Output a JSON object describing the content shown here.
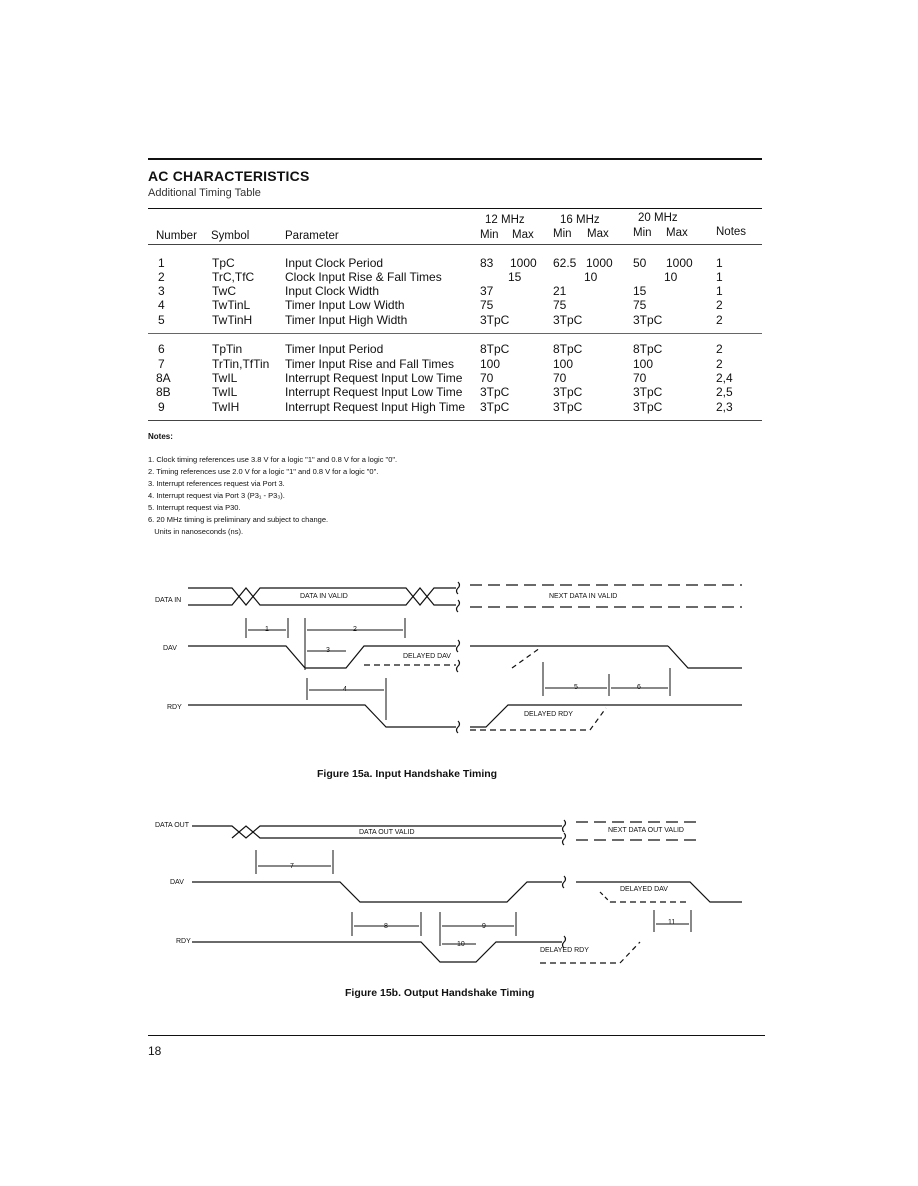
{
  "section_title": "AC CHARACTERISTICS",
  "subtitle": "Additional Timing Table",
  "table": {
    "header": {
      "number": "Number",
      "symbol": "Symbol",
      "parameter": "Parameter",
      "notes": "Notes",
      "speed_groups": [
        "12 MHz",
        "16 MHz",
        "20 MHz"
      ],
      "min": "Min",
      "max": "Max"
    },
    "group1": [
      {
        "num": "1",
        "sym": "TpC",
        "param": "Input Clock Period",
        "min12": "83",
        "max12": "1000",
        "min16": "62.5",
        "max16": "1000",
        "min20": "50",
        "max20": "1000",
        "notes": "1"
      },
      {
        "num": "2",
        "sym": "TrC,TfC",
        "param": "Clock Input Rise & Fall Times",
        "min12": "",
        "max12": "15",
        "min16": "",
        "max16": "10",
        "min20": "",
        "max20": "10",
        "notes": "1"
      },
      {
        "num": "3",
        "sym": "TwC",
        "param": "Input Clock Width",
        "min12": "37",
        "max12": "",
        "min16": "21",
        "max16": "",
        "min20": "15",
        "max20": "",
        "notes": "1"
      },
      {
        "num": "4",
        "sym": "TwTinL",
        "param": "Timer Input Low Width",
        "min12": "75",
        "max12": "",
        "min16": "75",
        "max16": "",
        "min20": "75",
        "max20": "",
        "notes": "2"
      },
      {
        "num": "5",
        "sym": "TwTinH",
        "param": "Timer Input High Width",
        "min12": "3TpC",
        "max12": "",
        "min16": "3TpC",
        "max16": "",
        "min20": "3TpC",
        "max20": "",
        "notes": "2"
      }
    ],
    "group2": [
      {
        "num": "6",
        "sym": "TpTin",
        "param": "Timer Input Period",
        "min12": "8TpC",
        "max12": "",
        "min16": "8TpC",
        "max16": "",
        "min20": "8TpC",
        "max20": "",
        "notes": "2"
      },
      {
        "num": "7",
        "sym": "TrTin,TfTin",
        "param": "Timer Input Rise and Fall Times",
        "min12": "100",
        "max12": "",
        "min16": "100",
        "max16": "",
        "min20": "100",
        "max20": "",
        "notes": "2"
      },
      {
        "num": "8A",
        "sym": "TwIL",
        "param": "Interrupt Request Input Low Time",
        "min12": "70",
        "max12": "",
        "min16": "70",
        "max16": "",
        "min20": "70",
        "max20": "",
        "notes": "2,4"
      },
      {
        "num": "8B",
        "sym": "TwIL",
        "param": "Interrupt Request Input Low Time",
        "min12": "3TpC",
        "max12": "",
        "min16": "3TpC",
        "max16": "",
        "min20": "3TpC",
        "max20": "",
        "notes": "2,5"
      },
      {
        "num": "9",
        "sym": "TwIH",
        "param": "Interrupt Request Input High Time",
        "min12": "3TpC",
        "max12": "",
        "min16": "3TpC",
        "max16": "",
        "min20": "3TpC",
        "max20": "",
        "notes": "2,3"
      }
    ]
  },
  "notes": {
    "heading": "Notes:",
    "items": [
      "1. Clock timing references use 3.8 V for a logic \"1\" and 0.8 V for a logic \"0\".",
      "2. Timing references use 2.0 V for a logic \"1\" and 0.8 V for a logic \"0\".",
      "3. Interrupt references request via Port 3.",
      "4. Interrupt request via Port 3 (P3₁ - P3₃).",
      "5. Interrupt request via P30.",
      "6. 20 MHz timing is preliminary and subject to change.",
      "   Units in nanoseconds (ns)."
    ]
  },
  "figure_a": {
    "signals": {
      "data_in": "DATA IN",
      "dav": "DAV",
      "rdy": "RDY"
    },
    "labels": {
      "data_in_valid": "DATA IN VALID",
      "next_data_in_valid": "NEXT DATA IN VALID",
      "delayed_dav": "DELAYED DAV",
      "delayed_rdy": "DELAYED RDY"
    },
    "intervals": [
      "1",
      "2",
      "3",
      "4",
      "5",
      "6"
    ],
    "caption": "Figure 15a.  Input Handshake Timing"
  },
  "figure_b": {
    "signals": {
      "data_out": "DATA OUT",
      "dav": "DAV",
      "rdy": "RDY"
    },
    "labels": {
      "data_out_valid": "DATA OUT VALID",
      "next_data_out_valid": "NEXT DATA OUT VALID",
      "delayed_dav": "DELAYED DAV",
      "delayed_rdy": "DELAYED RDY"
    },
    "intervals": [
      "7",
      "8",
      "9",
      "10",
      "11"
    ],
    "caption": "Figure 15b.  Output Handshake Timing"
  },
  "page_number": "18"
}
